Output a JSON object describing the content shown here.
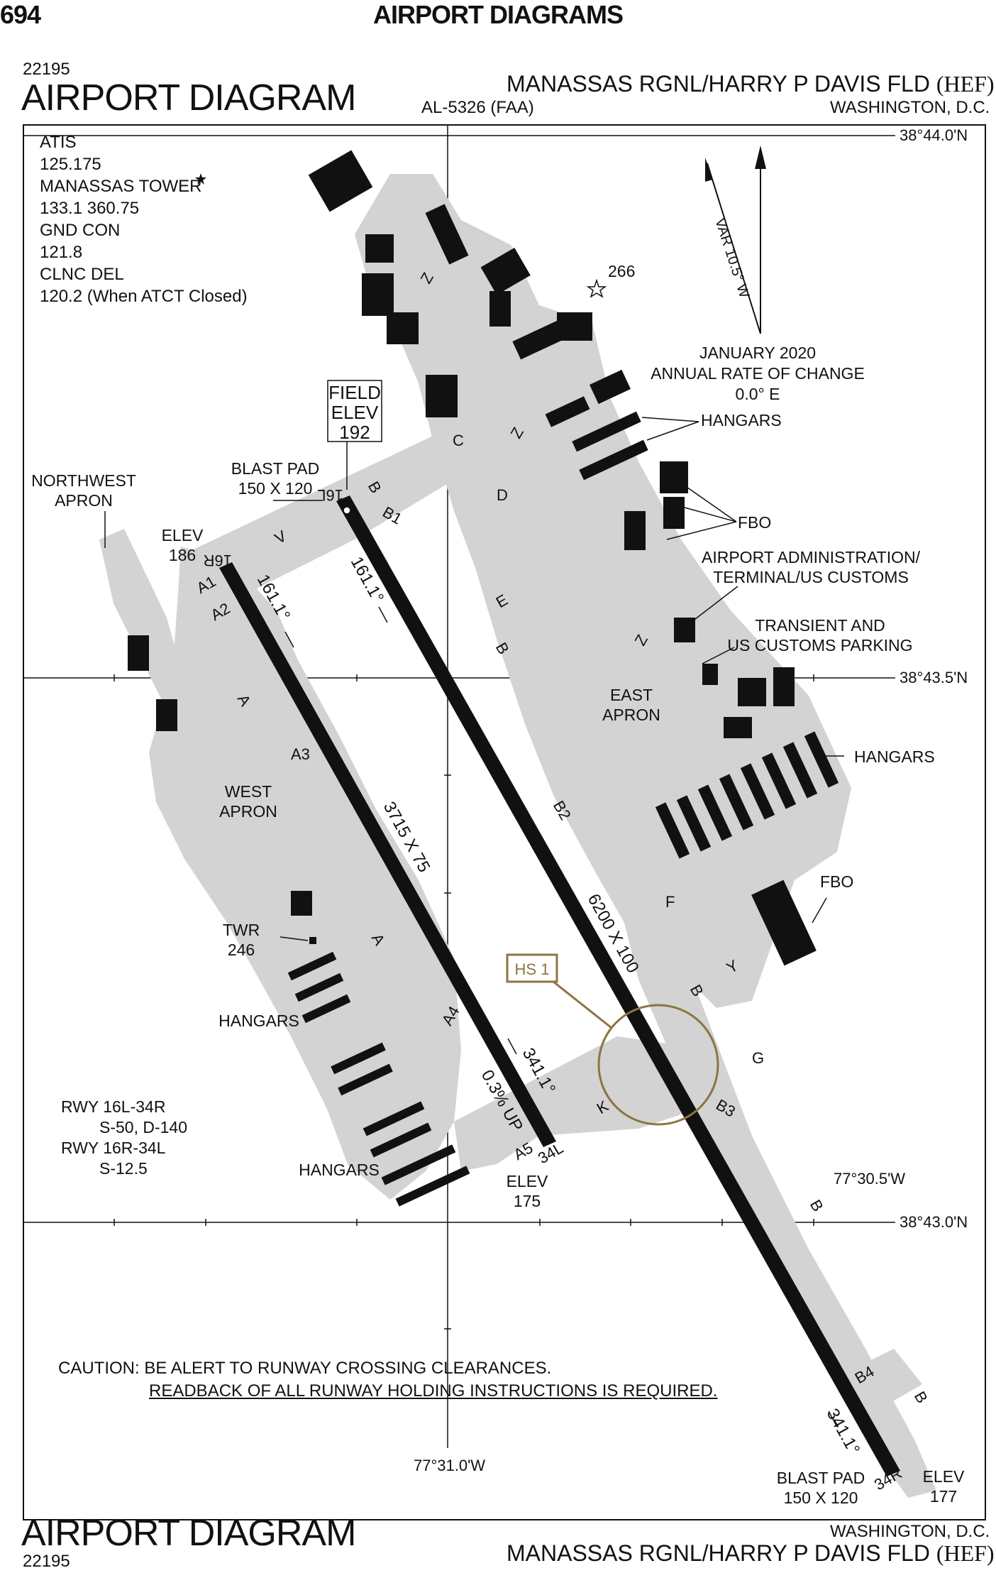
{
  "page": {
    "number": "694",
    "heading": "AIRPORT DIAGRAMS"
  },
  "chart": {
    "code": "22195",
    "title": "AIRPORT DIAGRAM",
    "airport": "MANASSAS RGNL/HARRY P DAVIS FLD",
    "ident": "(HEF)",
    "procedure": "AL-5326 (FAA)",
    "city": "WASHINGTON, D.C."
  },
  "comms": [
    "ATIS",
    "125.175",
    "MANASSAS TOWER",
    "133.1  360.75",
    "GND CON",
    "121.8",
    "CLNC DEL",
    "120.2 (When ATCT Closed)"
  ],
  "grid": {
    "lat_top": "38°44.0'N",
    "lat_mid": "38°43.5'N",
    "lat_bot": "38°43.0'N",
    "lon_right": "77°30.5'W",
    "lon_left": "77°31.0'W"
  },
  "magnetic": {
    "var": "VAR 10.5° W",
    "date": "JANUARY 2020",
    "rate_label": "ANNUAL RATE OF CHANGE",
    "rate": "0.0° E"
  },
  "field_elev": {
    "label1": "FIELD",
    "label2": "ELEV",
    "value": "192"
  },
  "obstacle": "266",
  "labels": {
    "hangars": "HANGARS",
    "fbo": "FBO",
    "admin1": "AIRPORT ADMINISTRATION/",
    "admin2": "TERMINAL/US CUSTOMS",
    "transient1": "TRANSIENT AND",
    "transient2": "US CUSTOMS PARKING",
    "east1": "EAST",
    "east2": "APRON",
    "west1": "WEST",
    "west2": "APRON",
    "nw1": "NORTHWEST",
    "nw2": "APRON",
    "twr": "TWR",
    "twr_elev": "246",
    "blast_pad": "BLAST PAD",
    "blast_dim": "150 X 120",
    "elev": "ELEV",
    "elev_16r": "186",
    "elev_34l": "175",
    "elev_34r": "177",
    "hs1": "HS 1"
  },
  "runways": {
    "rwy_16r": "16R",
    "rwy_34l": "34L",
    "rwy_16l": "16L",
    "rwy_34r": "34R",
    "hdg_161": "161.1°",
    "hdg_341": "341.1°",
    "dim_west": "3715 X 75",
    "dim_east": "6200 X 100",
    "slope": "0.3% UP"
  },
  "strength": [
    "RWY 16L-34R",
    "S-50, D-140",
    "RWY 16R-34L",
    "S-12.5"
  ],
  "taxiways": {
    "A": "A",
    "A1": "A1",
    "A2": "A2",
    "A3": "A3",
    "A4": "A4",
    "A5": "A5",
    "B": "B",
    "B1": "B1",
    "B2": "B2",
    "B3": "B3",
    "B4": "B4",
    "C": "C",
    "D": "D",
    "E": "E",
    "F": "F",
    "G": "G",
    "K": "K",
    "V": "V",
    "Y": "Y",
    "Z": "Z"
  },
  "caution": {
    "line1": "CAUTION: BE ALERT TO RUNWAY CROSSING CLEARANCES.",
    "line2": "READBACK OF ALL RUNWAY HOLDING INSTRUCTIONS IS REQUIRED."
  },
  "colors": {
    "pavement": "#d3d3d3",
    "runway": "#111111",
    "hot_spot": "#8b7540"
  }
}
